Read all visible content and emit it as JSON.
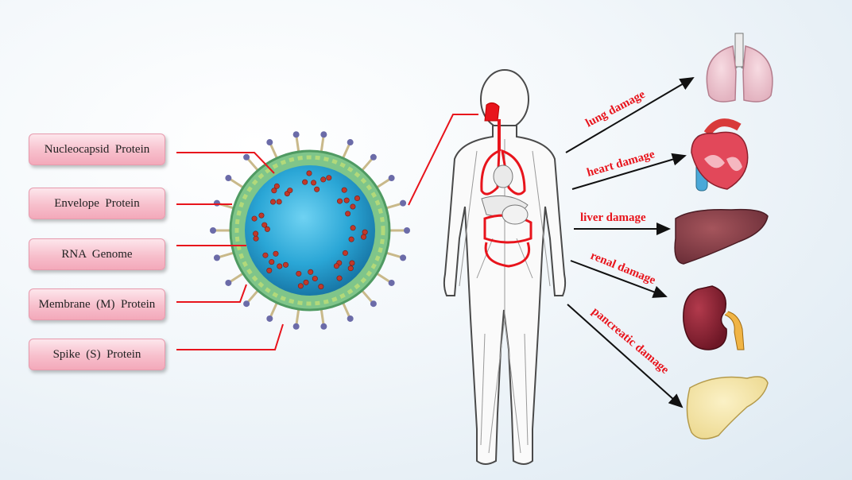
{
  "protein_labels": [
    "Nucleocapsid  Protein",
    "Envelope  Protein",
    "RNA  Genome",
    "Membrane  (M)  Protein",
    "Spike  (S)  Protein"
  ],
  "damage_labels": {
    "lung": "lung damage",
    "heart": "heart damage",
    "liver": "liver damage",
    "renal": "renal damage",
    "pancreatic": "pancreatic damage"
  },
  "colors": {
    "pointer_line": "#e8141c",
    "damage_text": "#e8141c",
    "virus_core": "#2aa6d6",
    "virus_envelope": "#7fc58a",
    "spike_head": "#6b6ba8",
    "rna": "#c0392b"
  }
}
